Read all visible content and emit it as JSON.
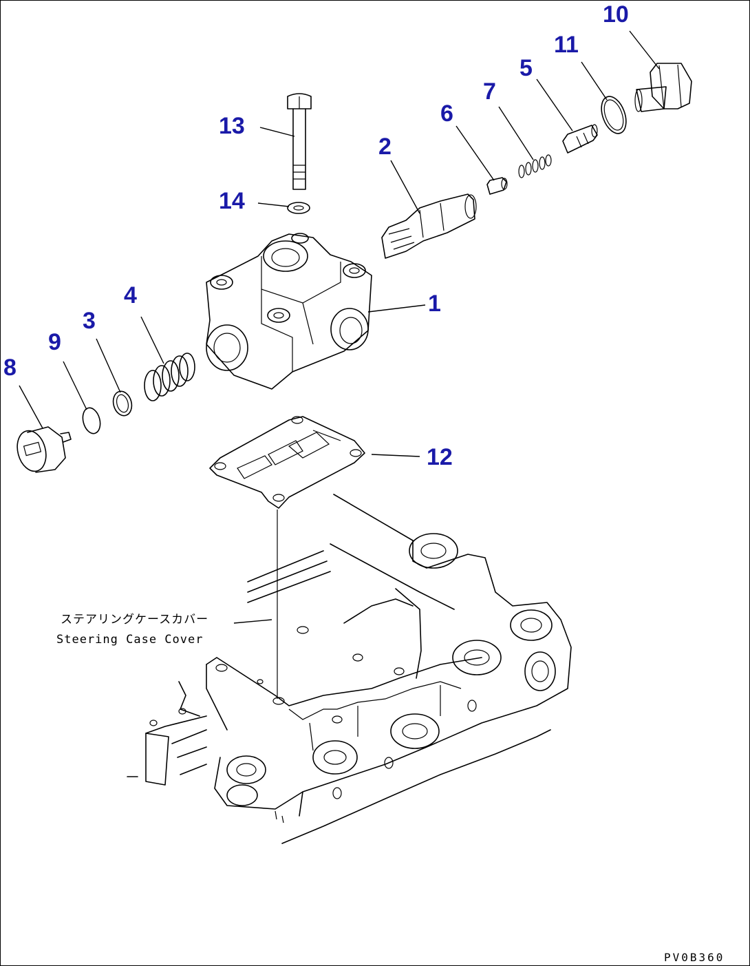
{
  "diagram": {
    "callout_color": "#1a1aa8",
    "callouts": {
      "c1": "1",
      "c2": "2",
      "c3": "3",
      "c4": "4",
      "c5": "5",
      "c6": "6",
      "c7": "7",
      "c8": "8",
      "c9": "9",
      "c10": "10",
      "c11": "11",
      "c12": "12",
      "c13": "13",
      "c14": "14"
    },
    "caption_jp": "ステアリングケースカバー",
    "caption_en": "Steering Case Cover",
    "drawing_code": "PV0B360"
  }
}
